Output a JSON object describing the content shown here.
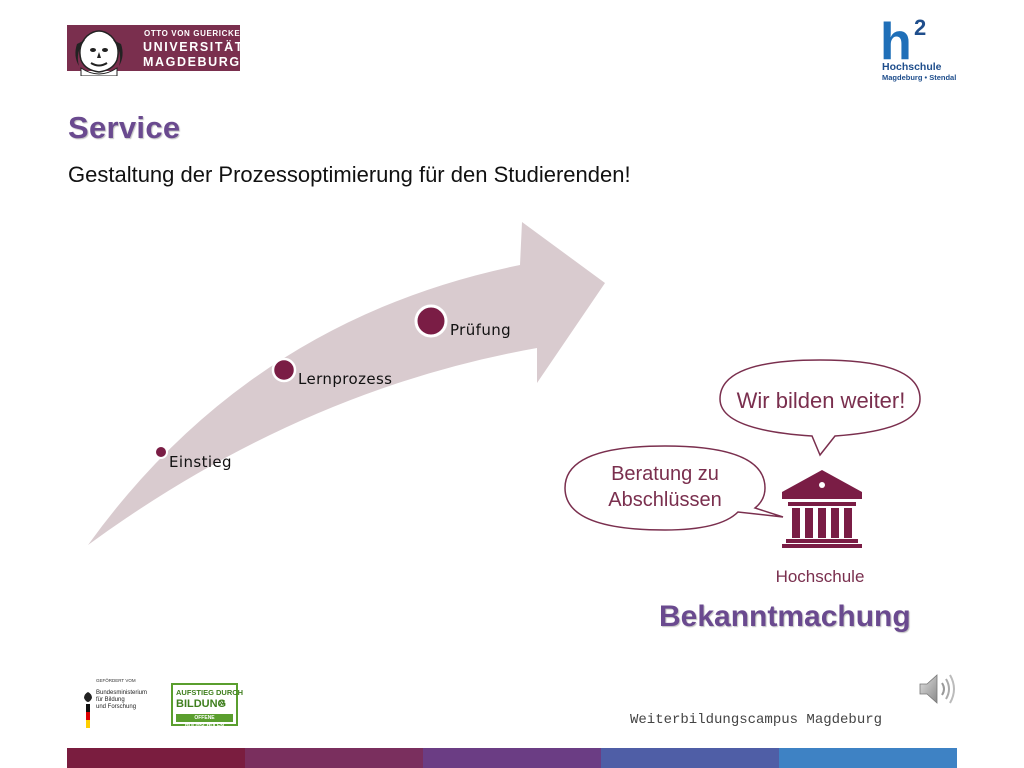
{
  "header": {
    "ovgu_logo": {
      "line1": "OTTO VON GUERICKE",
      "line2": "UNIVERSITÄT",
      "line3": "MAGDEBURG"
    },
    "h2_logo": {
      "mark": "h",
      "superscript": "2",
      "name": "Hochschule",
      "sub": "Magdeburg • Stendal"
    }
  },
  "title": "Service",
  "subtitle": "Gestaltung der Prozessoptimierung für den Studierenden!",
  "process": {
    "steps": [
      {
        "label": "Einstieg"
      },
      {
        "label": "Lernprozess"
      },
      {
        "label": "Prüfung"
      }
    ]
  },
  "hochschule": {
    "bubble_top": "Wir bilden weiter!",
    "bubble_left_line1": "Beratung zu",
    "bubble_left_line2": "Abschlüssen",
    "label": "Hochschule"
  },
  "bekanntmachung": "Bekanntmachung",
  "footer": {
    "bmbf": {
      "funded": "GEFÖRDERT VOM",
      "line1": "Bundesministerium",
      "line2": "für Bildung",
      "line3": "und Forschung"
    },
    "aufstieg": {
      "line1": "AUFSTIEG DURCH",
      "line2": "BILDUNG",
      "badge": "OFFENE HOCHSCHULEN"
    },
    "campus": "Weiterbildungscampus Magdeburg",
    "bar_colors": [
      "#7a1d3f",
      "#7a2f5e",
      "#6b3d84",
      "#4f5ea6",
      "#3e82c4"
    ]
  },
  "colors": {
    "accent": "#7a2f4e",
    "title": "#6a4a8f",
    "arrow": "#d9cbcf"
  }
}
